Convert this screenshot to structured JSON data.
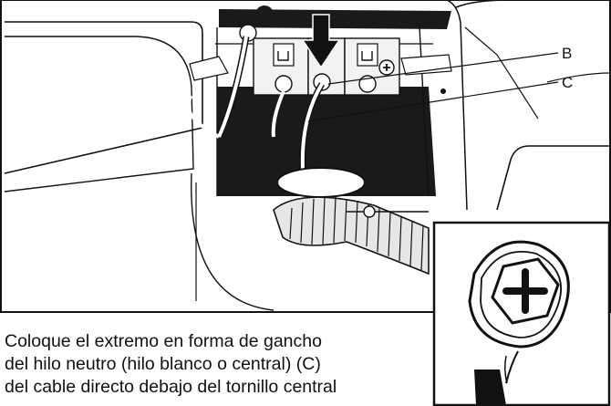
{
  "callouts": {
    "b": "B",
    "c": "C"
  },
  "caption": {
    "line1": "Coloque el extremo en forma de gancho",
    "line2": "del hilo neutro (hilo blanco o central) (C)",
    "line3": "del cable directo debajo del tornillo central"
  },
  "colors": {
    "line_art": "#111111",
    "panel_fill": "#ffffff",
    "terminal_block": "#f2f2f2",
    "cavity": "#1a1a1a"
  },
  "icons": {
    "arrow": "down-arrow-icon",
    "screw": "hex-screw-icon"
  }
}
